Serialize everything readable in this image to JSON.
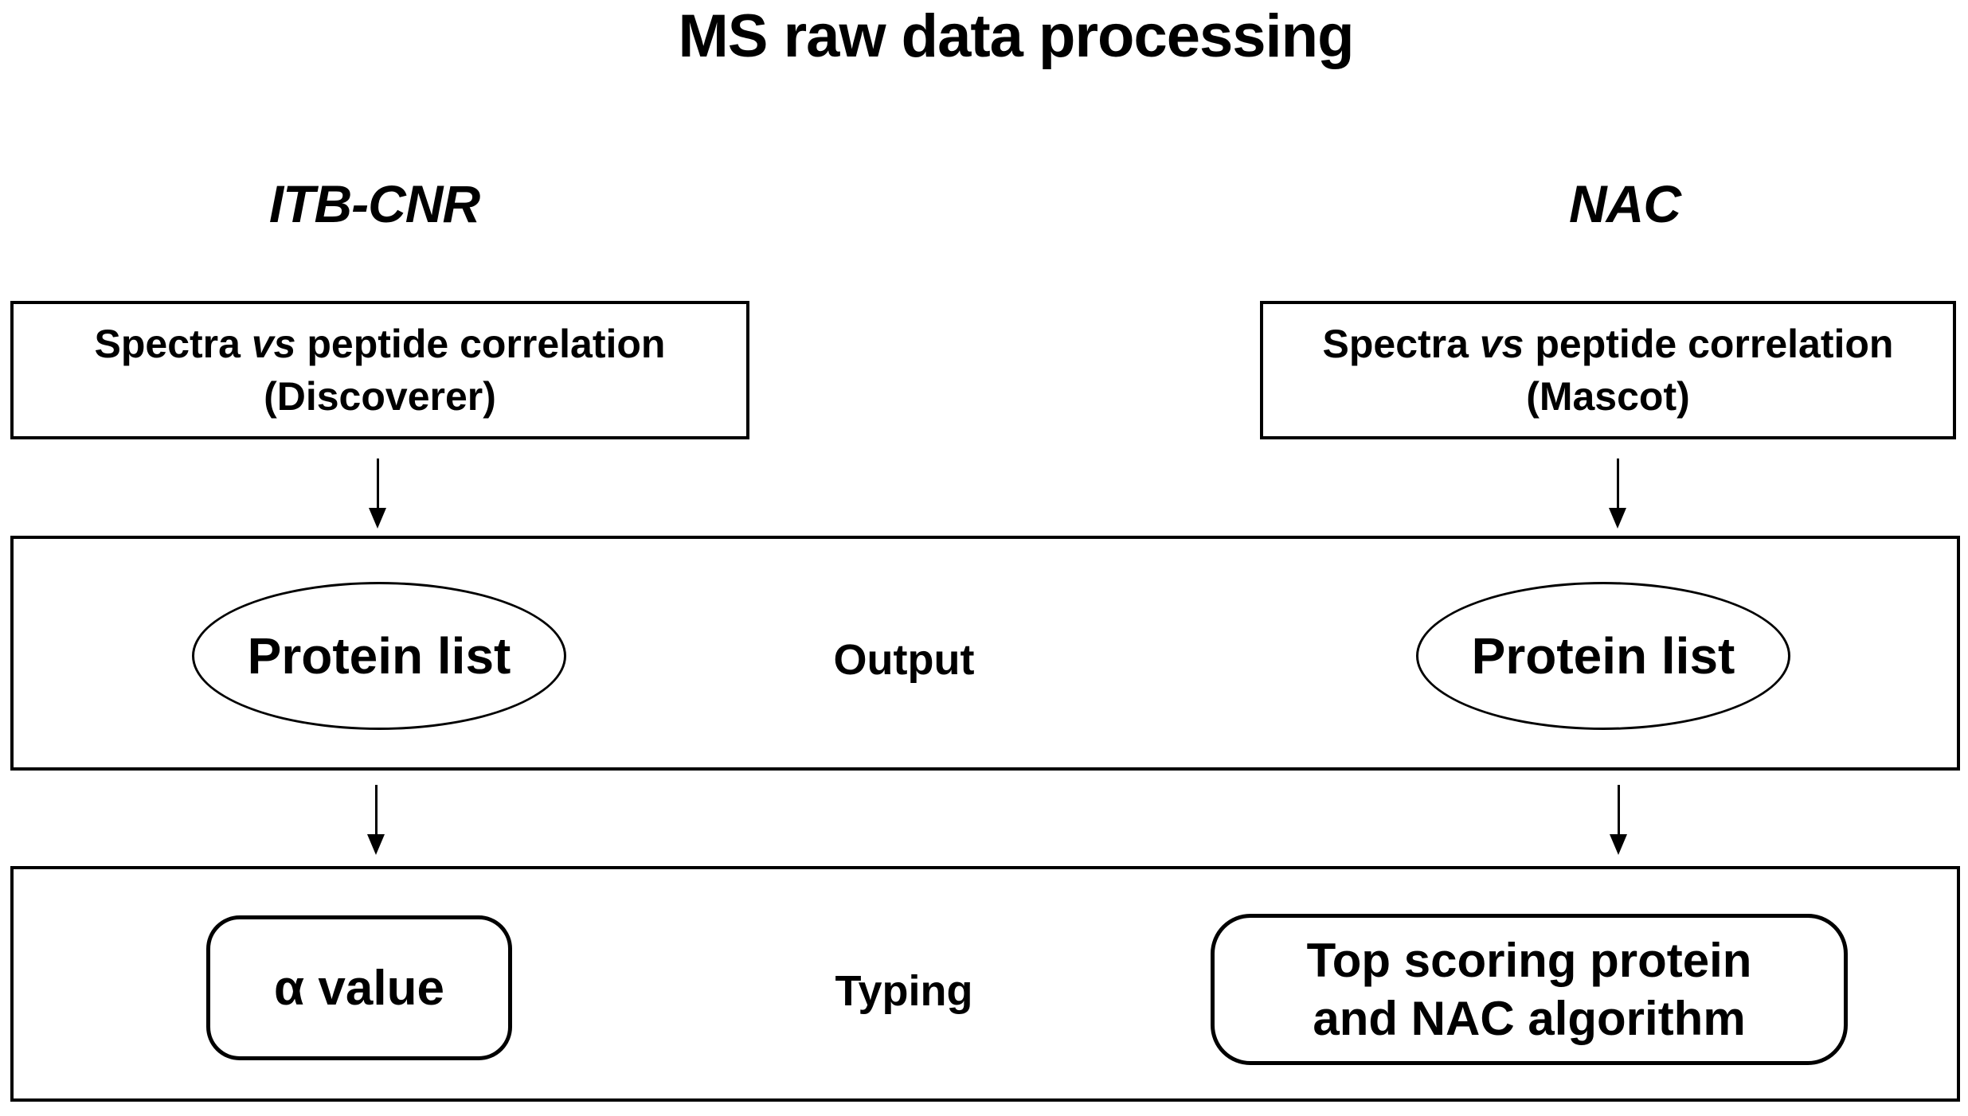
{
  "title": "MS raw data processing",
  "columns": {
    "left": "ITB-CNR",
    "right": "NAC"
  },
  "flow": {
    "left_input": {
      "line1_pre": "Spectra",
      "line1_em": "vs",
      "line1_post": "peptide correlation",
      "line2": "(Discoverer)"
    },
    "right_input": {
      "line1_pre": "Spectra",
      "line1_em": "vs",
      "line1_post": "peptide correlation",
      "line2": "(Mascot)"
    },
    "output_row": {
      "label": "Output",
      "left_node": "Protein list",
      "right_node": "Protein list"
    },
    "typing_row": {
      "label": "Typing",
      "left_node": "α value",
      "right_node_line1": "Top scoring protein",
      "right_node_line2": "and NAC algorithm"
    }
  },
  "colors": {
    "ink": "#000000",
    "background": "#ffffff"
  }
}
